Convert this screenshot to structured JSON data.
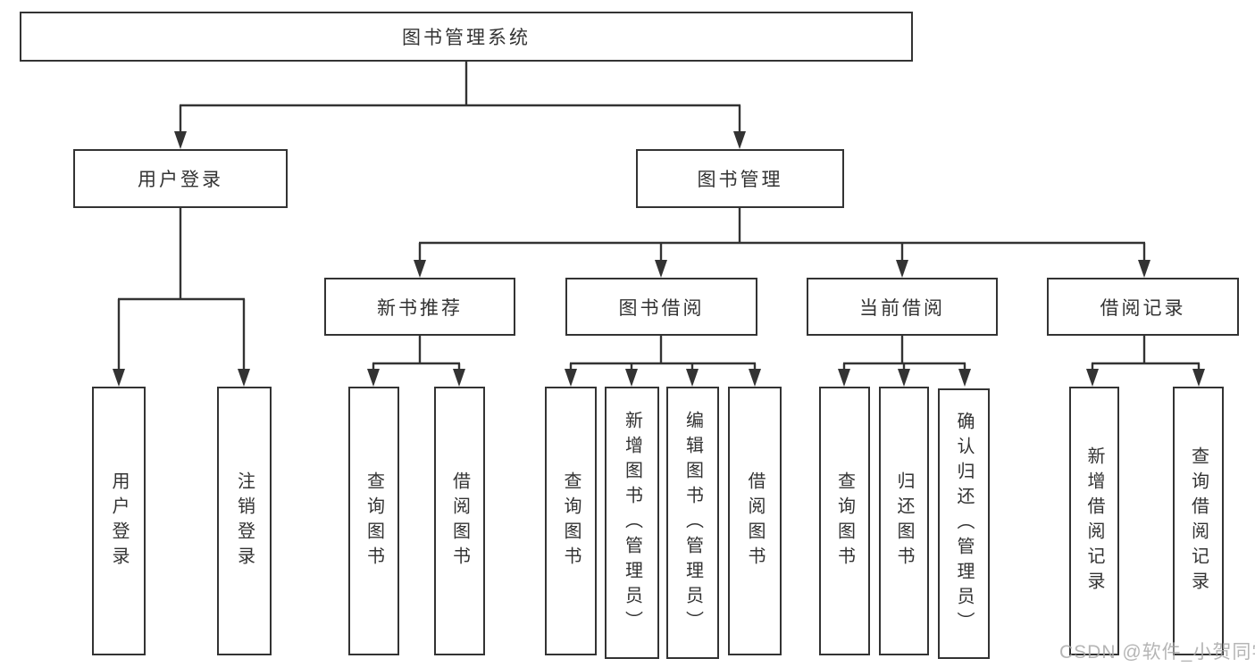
{
  "colors": {
    "line": "#333333",
    "box_border": "#333333",
    "text": "#333333",
    "watermark": "#a9a9a9",
    "background": "#ffffff"
  },
  "tree": {
    "label": "图书管理系统",
    "children": [
      {
        "label": "用户登录",
        "children": [
          {
            "label": "用户登录"
          },
          {
            "label": "注销登录"
          }
        ]
      },
      {
        "label": "图书管理",
        "children": [
          {
            "label": "新书推荐",
            "children": [
              {
                "label": "查询图书"
              },
              {
                "label": "借阅图书"
              }
            ]
          },
          {
            "label": "图书借阅",
            "children": [
              {
                "label": "查询图书"
              },
              {
                "label": "新增图书（管理员）"
              },
              {
                "label": "编辑图书（管理员）"
              },
              {
                "label": "借阅图书"
              }
            ]
          },
          {
            "label": "当前借阅",
            "children": [
              {
                "label": "查询图书"
              },
              {
                "label": "归还图书"
              },
              {
                "label": "确认归还（管理员）"
              }
            ]
          },
          {
            "label": "借阅记录",
            "children": [
              {
                "label": "新增借阅记录"
              },
              {
                "label": "查询借阅记录"
              }
            ]
          }
        ]
      }
    ]
  },
  "watermark": {
    "text": "CSDN @软件_小贺同学"
  }
}
